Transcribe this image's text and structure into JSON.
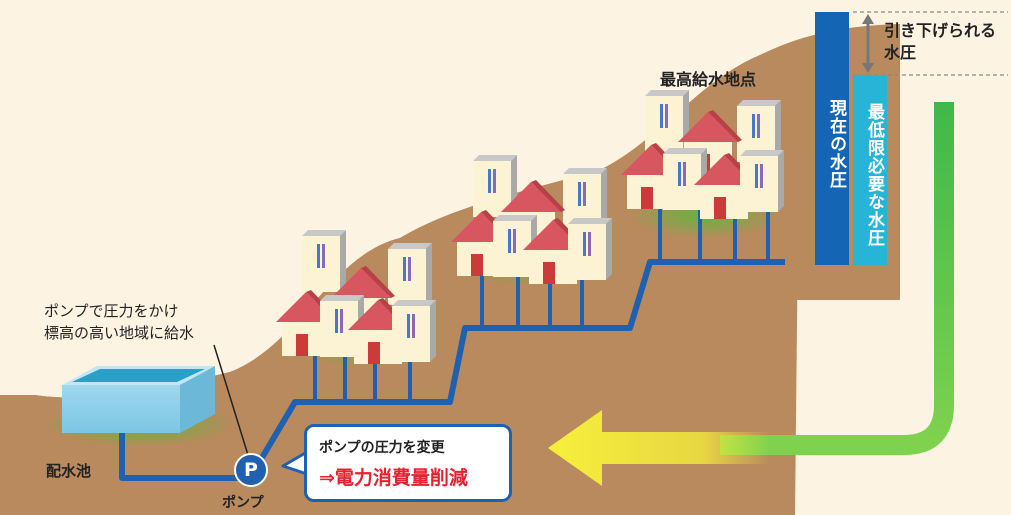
{
  "labels": {
    "highest_point": "最高給水地点",
    "reservoir": "配水池",
    "pump_caption": "ポンプ",
    "pump_symbol": "P",
    "note_line1": "ポンプで圧力をかけ",
    "note_line2": "標高の高い地域に給水",
    "reducible_line1": "引き下げられる",
    "reducible_line2": "水圧",
    "current_pressure": "現在の水圧",
    "minimum_pressure": "最低限必要な水圧"
  },
  "callout": {
    "line1": "ポンプの圧力を変更",
    "line2": "⇒電力消費量削減"
  },
  "colors": {
    "background": "#fdf3e3",
    "ground": "#b98a5d",
    "pipe": "#1f60b0",
    "current_bar": "#1565b5",
    "minimum_bar": "#28b4d6",
    "highlight_text": "#e8212e",
    "green_pipe": "#3cb84a",
    "arrow_yellow": "#f7f03a"
  }
}
